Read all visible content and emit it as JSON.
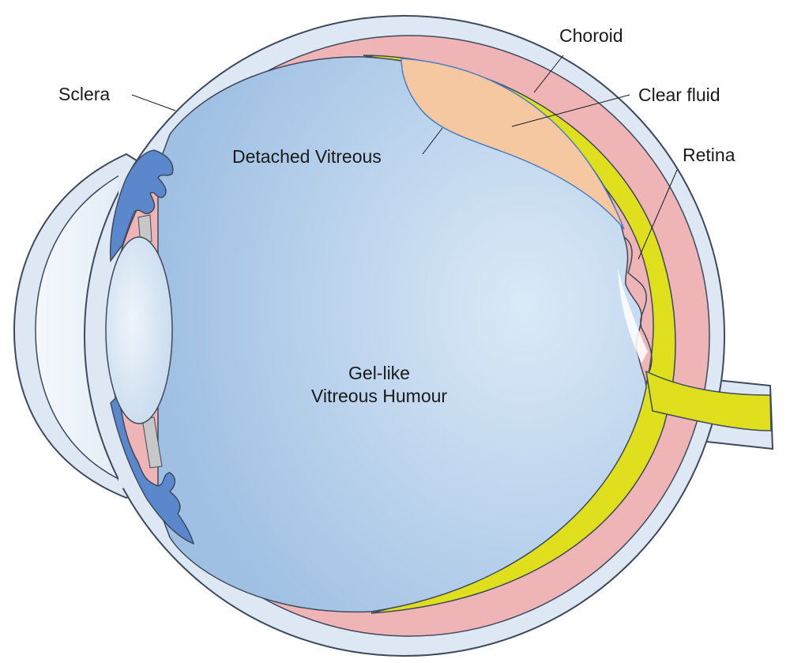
{
  "labels": {
    "choroid": "Choroid",
    "sclera": "Sclera",
    "clear_fluid": "Clear fluid",
    "detached_vitreous": "Detached Vitreous",
    "retina": "Retina",
    "vitreous_line1": "Gel-like",
    "vitreous_line2": "Vitreous Humour"
  },
  "colors": {
    "sclera": "#dde8f4",
    "choroid": "#eeb4b6",
    "retina": "#dfdf1e",
    "vitreous": "#b7d1ec",
    "clear_fluid": "#f6c8a2",
    "iris": "#5b88cc",
    "lens": "#d7e6f4",
    "outline": "#3e4a5c"
  }
}
